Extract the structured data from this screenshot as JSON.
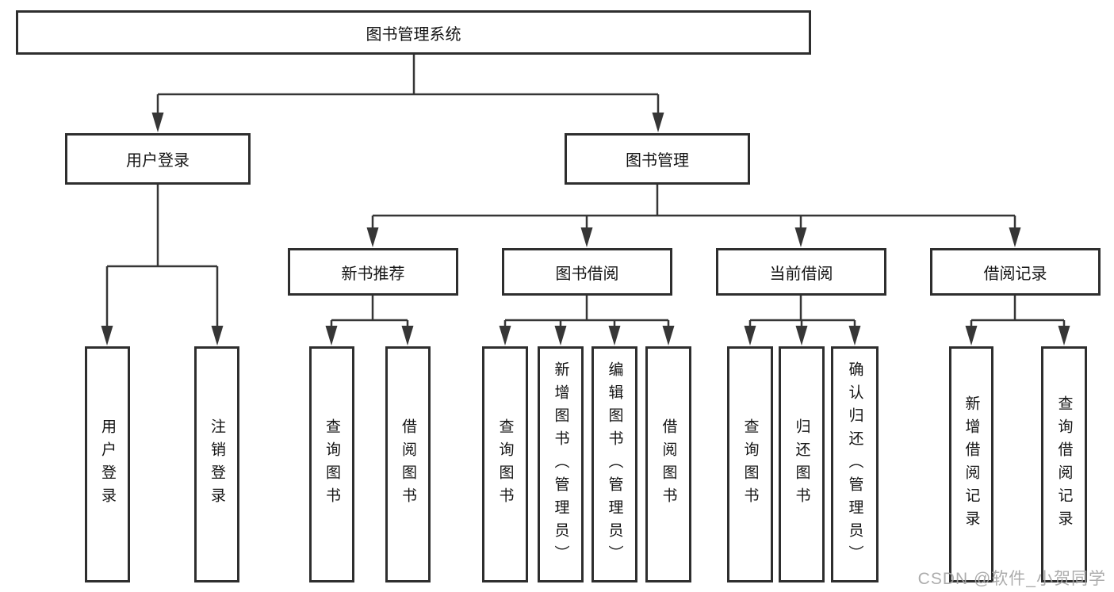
{
  "diagram": {
    "root": {
      "label": "图书管理系统"
    },
    "level2": {
      "userLogin": {
        "label": "用户登录"
      },
      "bookMgmt": {
        "label": "图书管理"
      }
    },
    "level3": {
      "newBookRec": {
        "label": "新书推荐"
      },
      "bookBorrow": {
        "label": "图书借阅"
      },
      "currentBorrow": {
        "label": "当前借阅"
      },
      "borrowRecords": {
        "label": "借阅记录"
      }
    },
    "leaves": {
      "userLoginLeaf": {
        "label": "用户登录"
      },
      "logoutLeaf": {
        "label": "注销登录"
      },
      "queryBooksRec": {
        "label": "查询图书"
      },
      "borrowBooksRec": {
        "label": "借阅图书"
      },
      "queryBooksBorrow": {
        "label": "查询图书"
      },
      "addBooksAdmin": {
        "label": "新增图书（管理员）"
      },
      "editBooksAdmin": {
        "label": "编辑图书（管理员）"
      },
      "borrowBooksBorrow": {
        "label": "借阅图书"
      },
      "queryBooksCurrent": {
        "label": "查询图书"
      },
      "returnBooks": {
        "label": "归还图书"
      },
      "confirmReturnAdmin": {
        "label": "确认归还（管理员）"
      },
      "addBorrowRecord": {
        "label": "新增借阅记录"
      },
      "queryBorrowRecord": {
        "label": "查询借阅记录"
      }
    }
  },
  "watermark": {
    "text": "CSDN @软件_小贺同学"
  },
  "colors": {
    "line": "#363636",
    "box_border": "#2e2e2e",
    "box_fill": "#ffffff",
    "text": "#141414",
    "background": "#ffffff",
    "watermark": "#a6a6a6"
  }
}
